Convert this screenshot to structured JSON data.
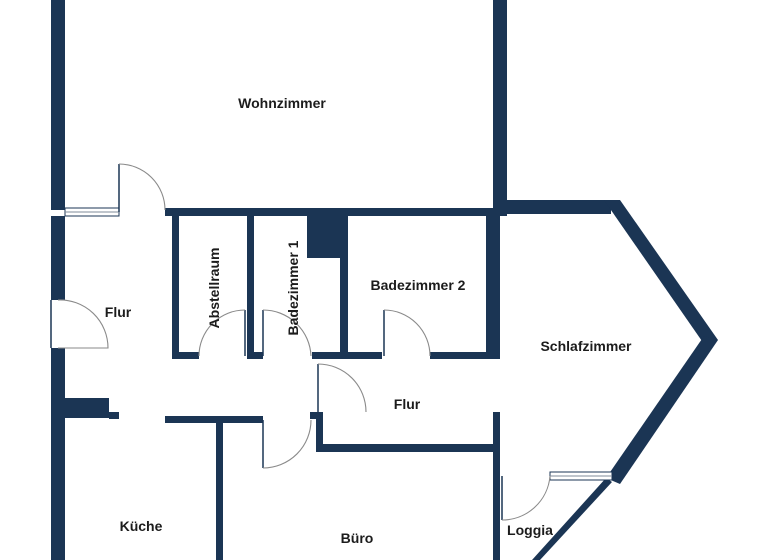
{
  "colors": {
    "wall": "#1b3554",
    "background": "#ffffff",
    "label": "#1c1c1c"
  },
  "rooms": {
    "wohnzimmer": "Wohnzimmer",
    "flur_left": "Flur",
    "abstellraum": "Abstellraum",
    "badezimmer1": "Badezimmer 1",
    "badezimmer2": "Badezimmer 2",
    "schlafzimmer": "Schlafzimmer",
    "flur_center": "Flur",
    "kueche": "Küche",
    "buero": "Büro",
    "loggia": "Loggia"
  }
}
